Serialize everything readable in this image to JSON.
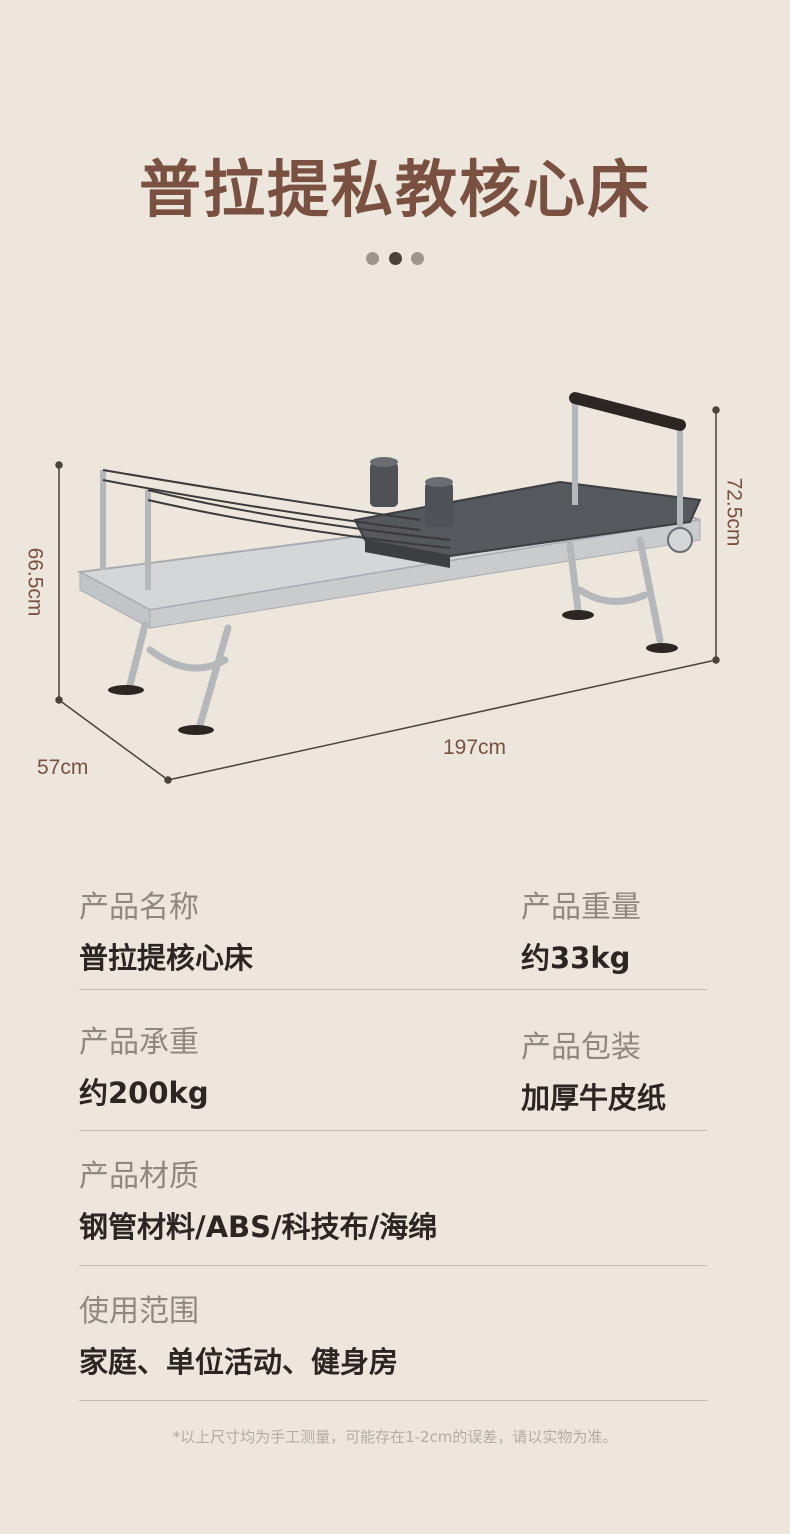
{
  "title": "普拉提私教核心床",
  "indicator": {
    "total": 3,
    "active_index": 1
  },
  "dimensions": {
    "height_left": "66.5cm",
    "height_right": "72.5cm",
    "length": "197cm",
    "width": "57cm"
  },
  "specs": {
    "name": {
      "label": "产品名称",
      "value": "普拉提核心床"
    },
    "weight": {
      "label": "产品重量",
      "value": "约33kg"
    },
    "load": {
      "label": "产品承重",
      "value": "约200kg"
    },
    "packaging": {
      "label": "产品包装",
      "value": "加厚牛皮纸"
    },
    "material": {
      "label": "产品材质",
      "value": "钢管材料/ABS/科技布/海绵"
    },
    "usage": {
      "label": "使用范围",
      "value": "家庭、单位活动、健身房"
    }
  },
  "footnote": "*以上尺寸均为手工测量，可能存在1-2cm的误差，请以实物为准。",
  "colors": {
    "background": "#ece6dd",
    "accent": "#7a5140",
    "frame": "#c9cbcd",
    "pad": "#4a4c50"
  }
}
